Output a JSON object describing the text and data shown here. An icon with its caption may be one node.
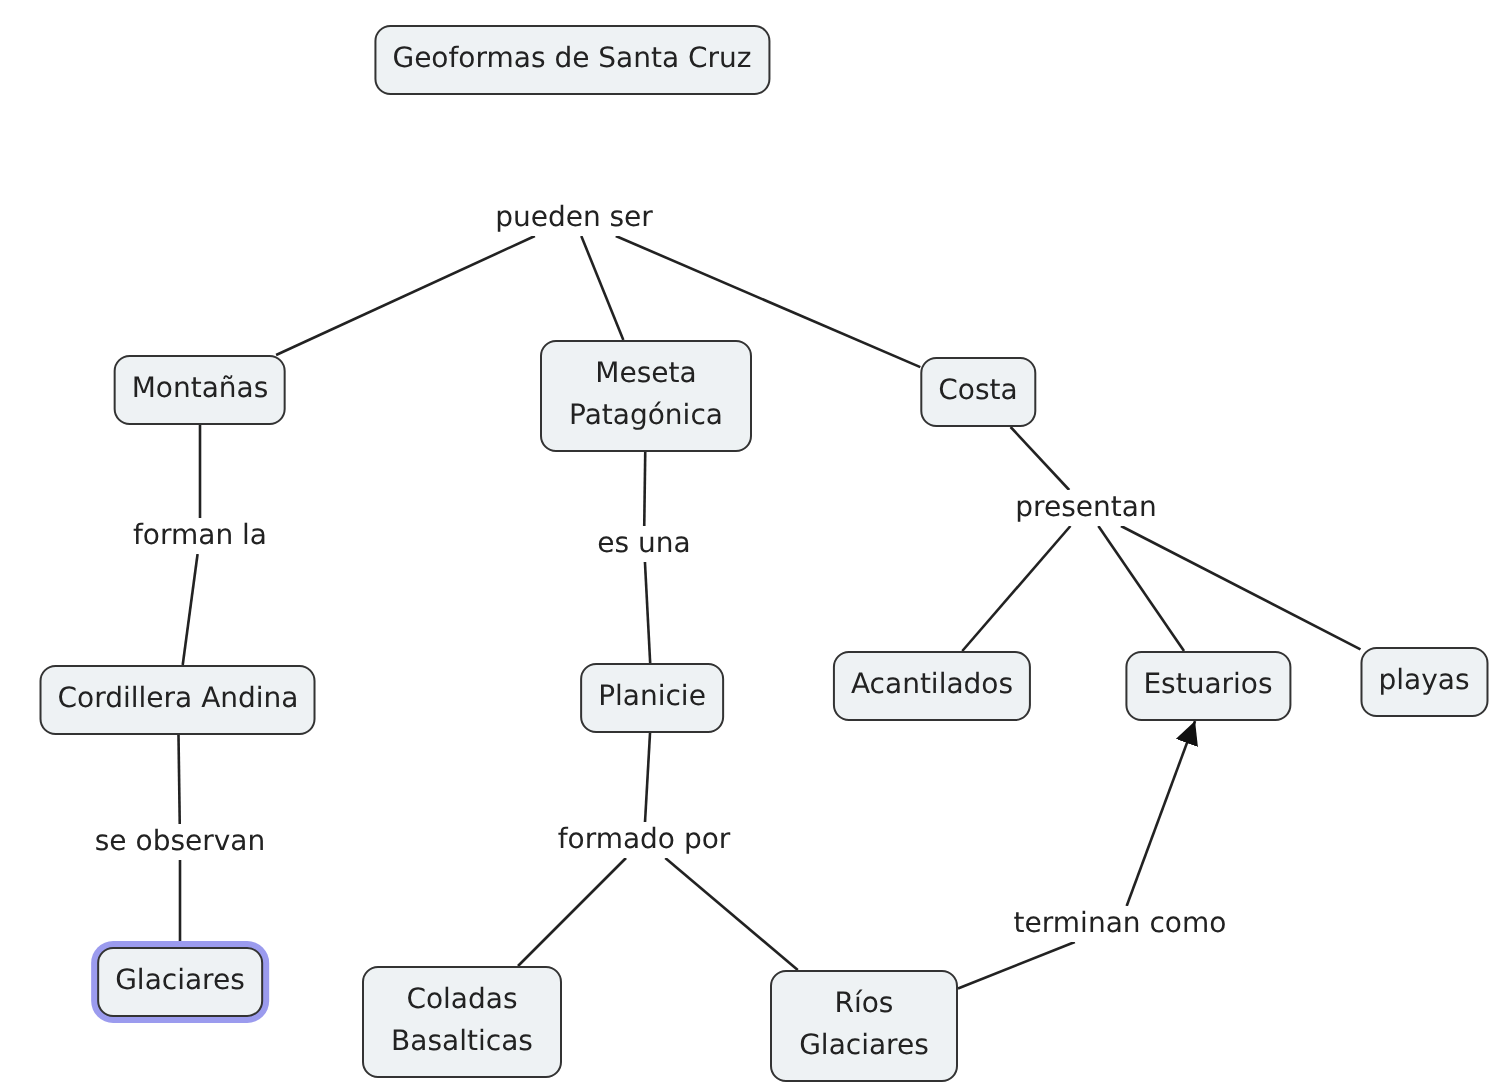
{
  "diagram": {
    "nodes": [
      {
        "text": [
          "Geoformas de Santa Cruz"
        ]
      },
      {
        "text": [
          "pueden ser"
        ]
      },
      {
        "text": [
          "Montañas"
        ]
      },
      {
        "text": [
          "Meseta Patagónica"
        ]
      },
      {
        "text": [
          "Costa"
        ]
      },
      {
        "text": [
          "presentan"
        ]
      },
      {
        "text": [
          "forman la"
        ]
      },
      {
        "text": [
          "es una"
        ]
      },
      {
        "text": [
          "Cordillera Andina"
        ]
      },
      {
        "text": [
          "Planicie"
        ]
      },
      {
        "text": [
          "Acantilados"
        ]
      },
      {
        "text": [
          "Estuarios"
        ]
      },
      {
        "text": [
          "playas"
        ]
      },
      {
        "text": [
          "se observan"
        ]
      },
      {
        "text": [
          "formado por"
        ]
      },
      {
        "text": [
          "terminan como"
        ]
      },
      {
        "text": [
          "Glaciares"
        ]
      },
      {
        "text": [
          "Coladas Basalticas"
        ]
      },
      {
        "text": [
          "Ríos Glaciares"
        ]
      }
    ],
    "edges": [
      {
        "from": 1,
        "to": 2,
        "arrow": "none"
      },
      {
        "from": 1,
        "to": 3,
        "arrow": "none"
      },
      {
        "from": 1,
        "to": 4,
        "arrow": "none"
      },
      {
        "from": 2,
        "to": 6,
        "arrow": "none"
      },
      {
        "from": 6,
        "to": 8,
        "arrow": "none"
      },
      {
        "from": 3,
        "to": 7,
        "arrow": "none"
      },
      {
        "from": 7,
        "to": 9,
        "arrow": "none"
      },
      {
        "from": 4,
        "to": 5,
        "arrow": "none"
      },
      {
        "from": 5,
        "to": 10,
        "arrow": "none"
      },
      {
        "from": 5,
        "to": 11,
        "arrow": "none"
      },
      {
        "from": 5,
        "to": 12,
        "arrow": "none"
      },
      {
        "from": 8,
        "to": 13,
        "arrow": "none"
      },
      {
        "from": 13,
        "to": 16,
        "arrow": "none"
      },
      {
        "from": 9,
        "to": 14,
        "arrow": "none"
      },
      {
        "from": 14,
        "to": 17,
        "arrow": "none"
      },
      {
        "from": 14,
        "to": 18,
        "arrow": "none"
      },
      {
        "from": 18,
        "to": 15,
        "arrow": "none"
      },
      {
        "from": 15,
        "to": 11,
        "arrow": "to"
      }
    ]
  }
}
